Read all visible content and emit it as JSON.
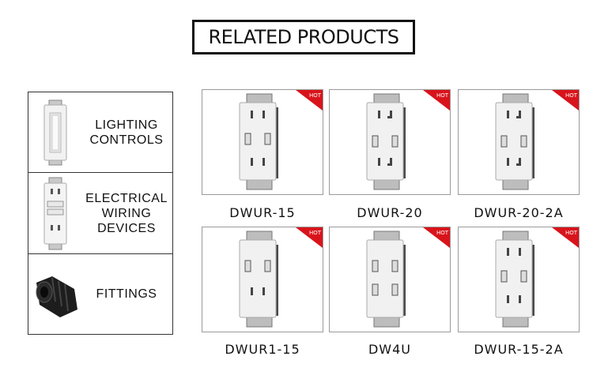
{
  "title": "RELATED PRODUCTS",
  "categories": [
    {
      "label": "LIGHTING\nCONTROLS",
      "icon": "light-switch-icon"
    },
    {
      "label": "ELECTRICAL\nWIRING\nDEVICES",
      "icon": "gfci-outlet-icon"
    },
    {
      "label": "FITTINGS",
      "icon": "conduit-fitting-icon"
    }
  ],
  "products": [
    {
      "name": "DWUR-15",
      "badge": "HOT",
      "style": "duplex-15"
    },
    {
      "name": "DWUR-20",
      "badge": "HOT",
      "style": "duplex-20"
    },
    {
      "name": "DWUR-20-2A",
      "badge": "HOT",
      "style": "duplex-20"
    },
    {
      "name": "DWUR1-15",
      "badge": "HOT",
      "style": "single-15"
    },
    {
      "name": "DW4U",
      "badge": "HOT",
      "style": "quad-usb"
    },
    {
      "name": "DWUR-15-2A",
      "badge": "HOT",
      "style": "duplex-15"
    }
  ],
  "colors": {
    "badge": "#d8141b",
    "border": "#333333"
  }
}
